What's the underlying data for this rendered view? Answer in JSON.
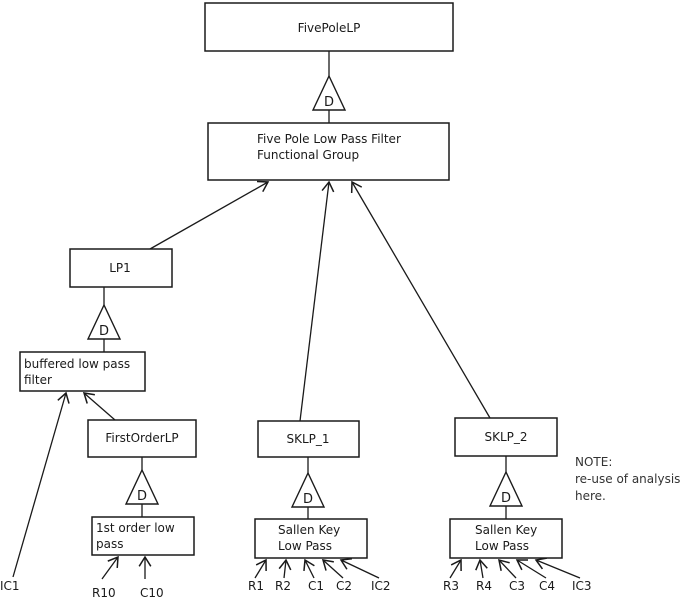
{
  "diagram": {
    "title_context": "Five pole low pass filter decomposition hierarchy",
    "triangle_letter": "D",
    "colors": {
      "stroke": "#1a1a1a",
      "background": "#ffffff",
      "note_text": "#333333"
    },
    "nodes": {
      "five_pole_lp": "FivePoleLP",
      "functional_group_line1": "Five Pole Low Pass Filter",
      "functional_group_line2": "Functional Group",
      "lp1": "LP1",
      "buffered_line1": "buffered low pass",
      "buffered_line2": "filter",
      "first_order_lp": "FirstOrderLP",
      "first_order_low_line1": "1st order low",
      "first_order_low_line2": "pass",
      "sklp_1": "SKLP_1",
      "sallen_key_1_line1": "Sallen Key",
      "sallen_key_1_line2": "Low Pass",
      "sklp_2": "SKLP_2",
      "sallen_key_2_line1": "Sallen Key",
      "sallen_key_2_line2": "Low Pass"
    },
    "components": {
      "ic1": "IC1",
      "r10": "R10",
      "c10": "C10",
      "r1": "R1",
      "r2": "R2",
      "c1": "C1",
      "c2": "C2",
      "ic2": "IC2",
      "r3": "R3",
      "r4": "R4",
      "c3": "C3",
      "c4": "C4",
      "ic3": "IC3"
    },
    "note": {
      "line1": "NOTE:",
      "line2": "re-use of analysis",
      "line3": "here."
    }
  }
}
